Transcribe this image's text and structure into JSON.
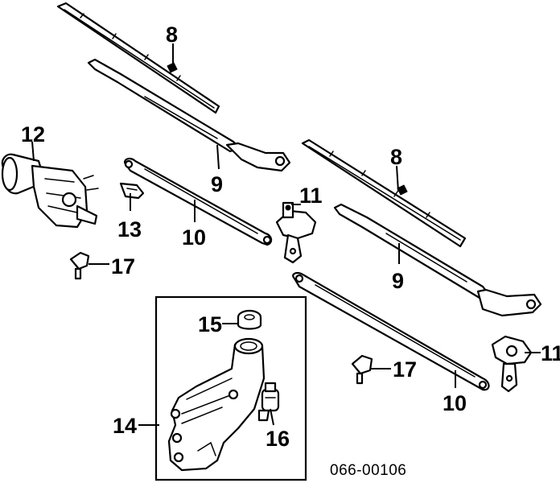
{
  "diagram": {
    "callouts": {
      "wiper_blade_left": "8",
      "wiper_blade_right": "8",
      "wiper_arm_left": "9",
      "wiper_arm_right": "9",
      "linkage_rod_left": "10",
      "linkage_rod_right": "10",
      "pivot_left": "11",
      "pivot_right": "11",
      "wiper_motor": "12",
      "clip": "13",
      "washer_reservoir": "14",
      "reservoir_cap": "15",
      "washer_pump": "16",
      "nozzle_left": "17",
      "nozzle_right": "17"
    },
    "figure_code": "066-00106"
  }
}
